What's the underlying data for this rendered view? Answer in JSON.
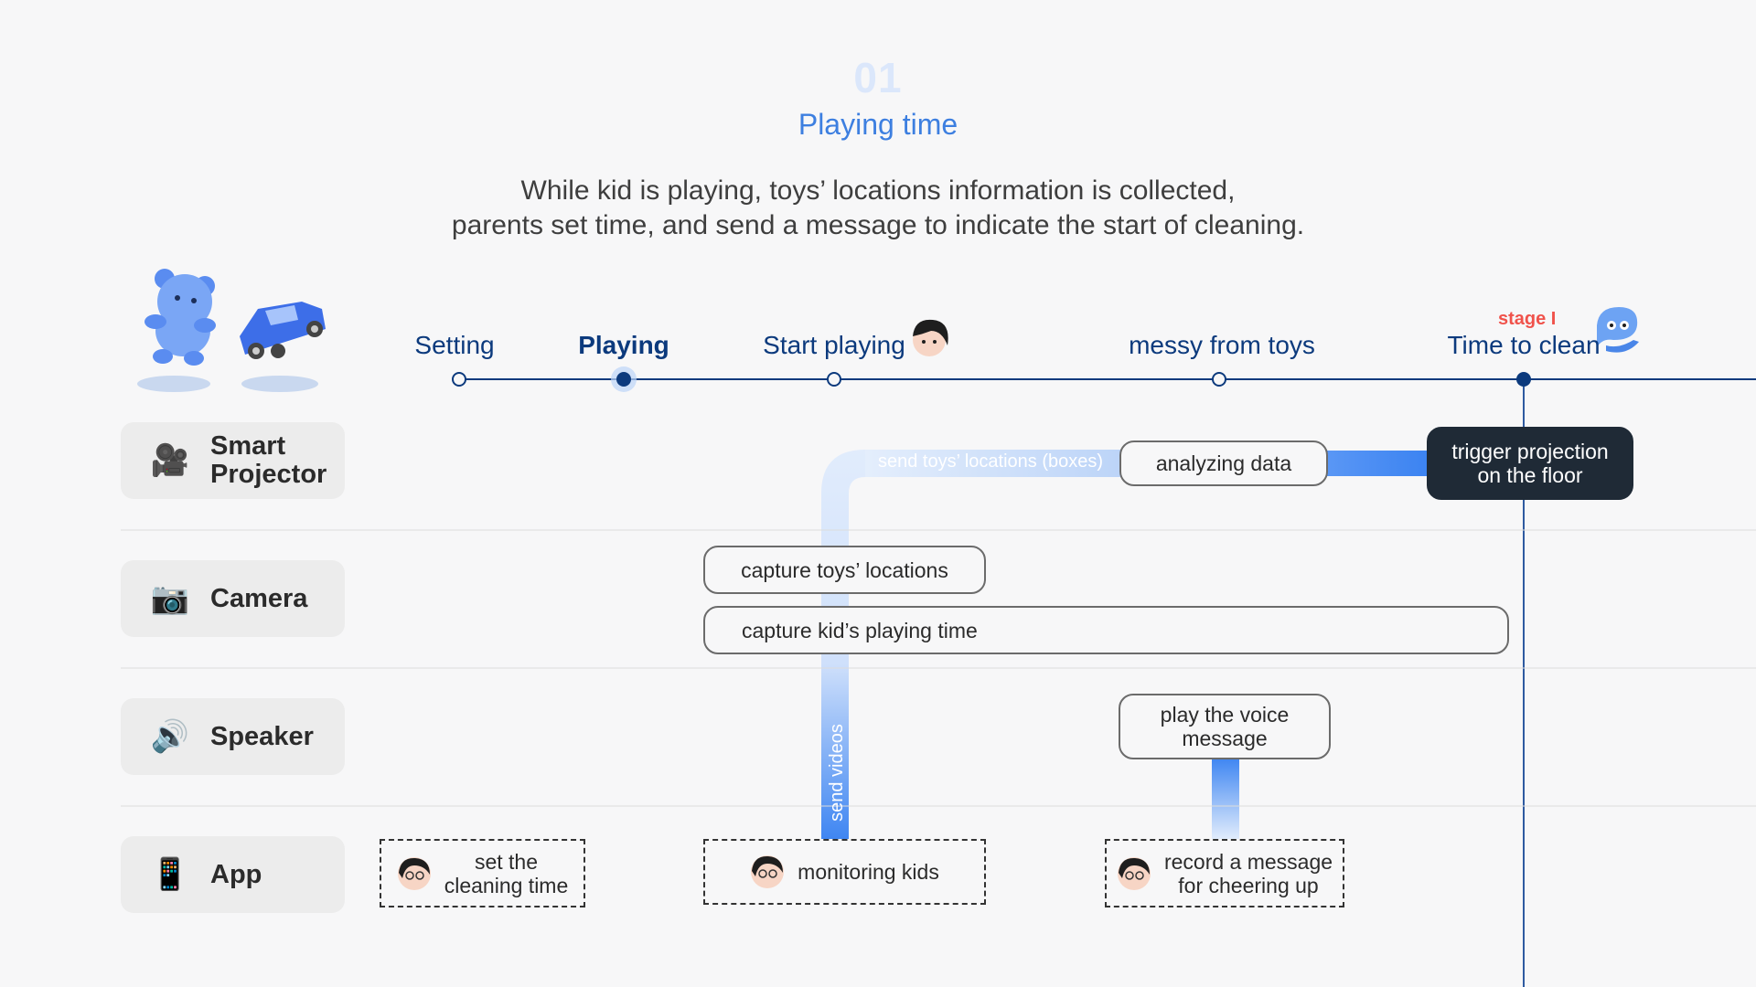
{
  "header": {
    "step_number": "01",
    "step_title": "Playing time",
    "description_line1": "While kid is playing, toys’ locations information is collected,",
    "description_line2": "parents set time, and send a message to indicate the start of cleaning."
  },
  "timeline": {
    "stages": [
      {
        "label": "Setting"
      },
      {
        "label": "Playing",
        "active": true
      },
      {
        "label": "Start playing"
      },
      {
        "label": "messy from toys"
      },
      {
        "label": "Time to clean",
        "tag": "stage I"
      }
    ]
  },
  "devices": [
    {
      "label_line1": "Smart",
      "label_line2": "Projector",
      "icon": "movie-camera-icon"
    },
    {
      "label": "Camera",
      "icon": "camera-icon"
    },
    {
      "label": "Speaker",
      "icon": "speaker-icon"
    },
    {
      "label": "App",
      "icon": "mobile-phone-icon"
    }
  ],
  "projector_row": {
    "analyzing": "analyzing data",
    "trigger_line1": "trigger projection",
    "trigger_line2": "on the floor"
  },
  "camera_row": {
    "capture_locations": "capture toys’ locations",
    "capture_time": "capture kid’s playing time"
  },
  "speaker_row": {
    "voice_line1": "play the voice",
    "voice_line2": "message"
  },
  "app_row": {
    "set_time_line1": "set the",
    "set_time_line2": "cleaning time",
    "monitoring": "monitoring kids",
    "record_line1": "record a message",
    "record_line2": "for cheering up"
  },
  "flows": {
    "send_locations": "send toys’ locations (boxes)",
    "send_videos": "send videos"
  },
  "colors": {
    "accent": "#3d7fe0",
    "timeline_navy": "#0c3a7d",
    "flow_blue": "#3f86f2",
    "flow_light": "#dbe8fb",
    "stage_tag": "#f0524b",
    "dark_card": "#1f2a36"
  }
}
